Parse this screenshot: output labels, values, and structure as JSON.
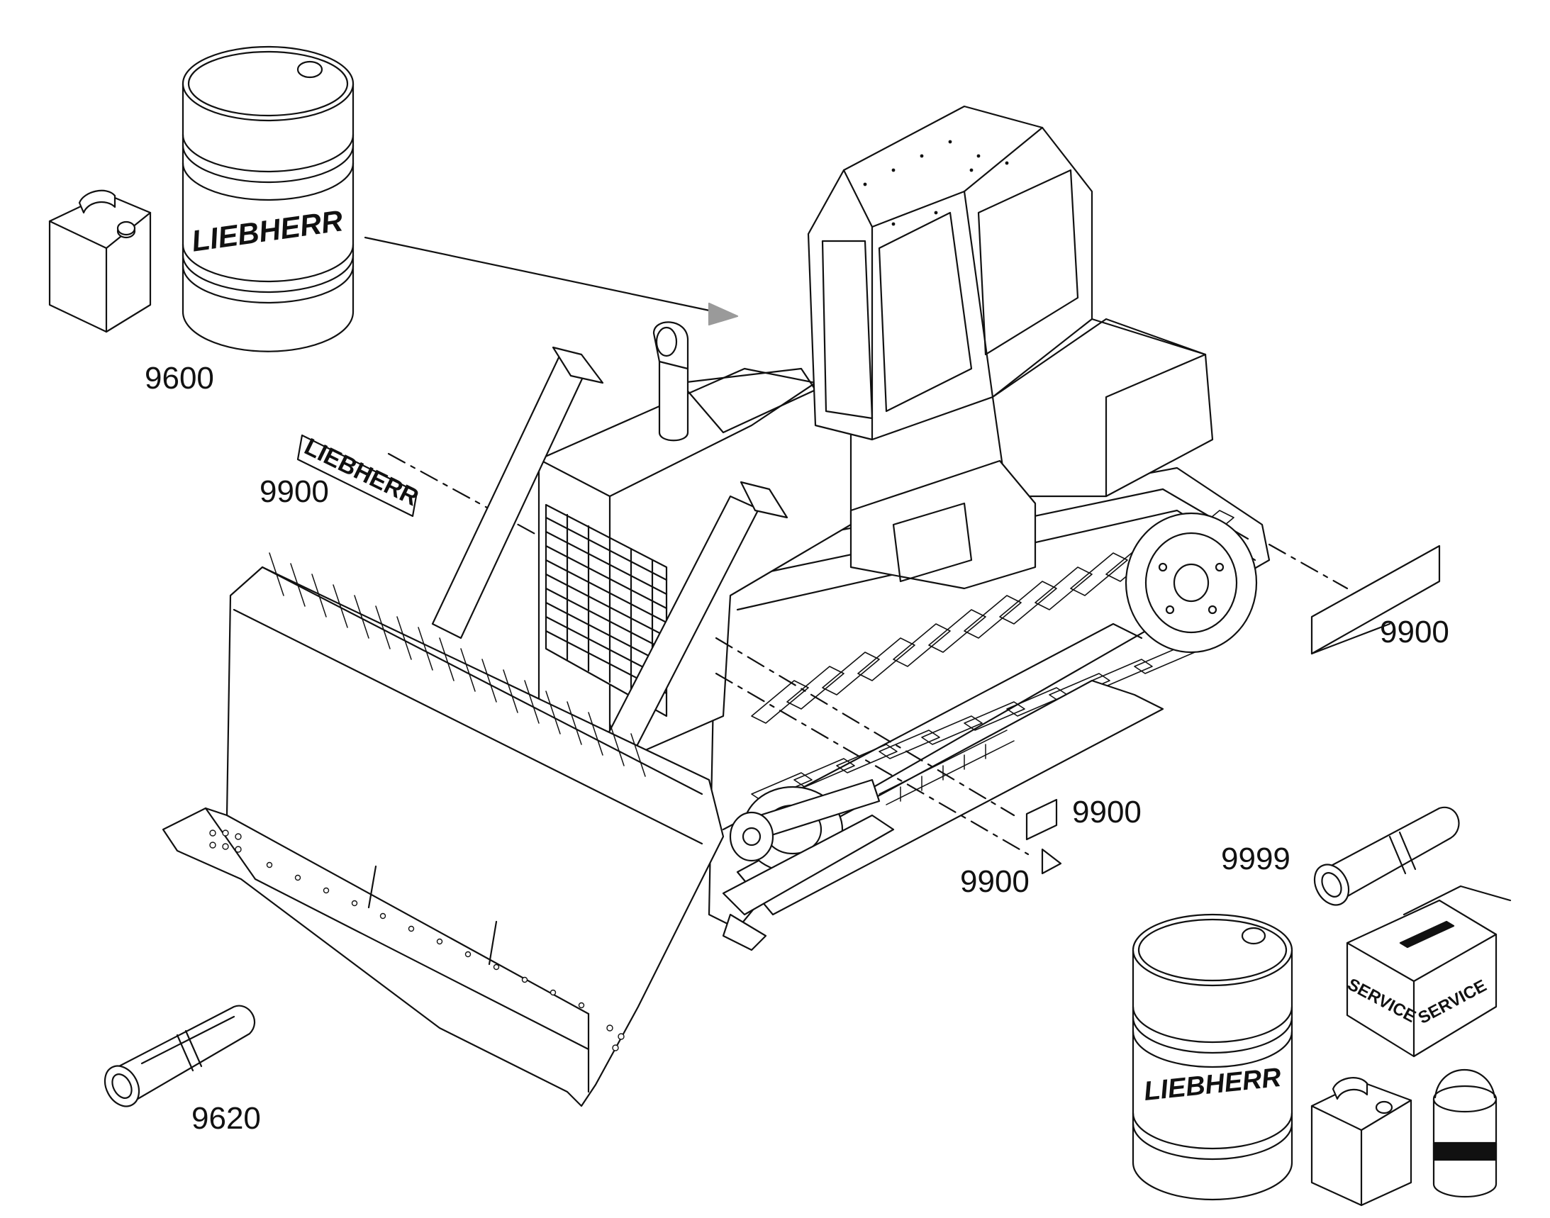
{
  "callouts": {
    "oil_drum": "9600",
    "decal_liebherr": "9900",
    "decal_rear": "9900",
    "decal_small": "9900",
    "decal_arrow": "9900",
    "service_kit": "9999",
    "document_roll": "9620"
  },
  "labels": {
    "brand": "LIEBHERR",
    "service": "SERVICE"
  },
  "colors": {
    "line": "#111111",
    "fill": "#ffffff",
    "arrow": "#9a9a9a"
  }
}
